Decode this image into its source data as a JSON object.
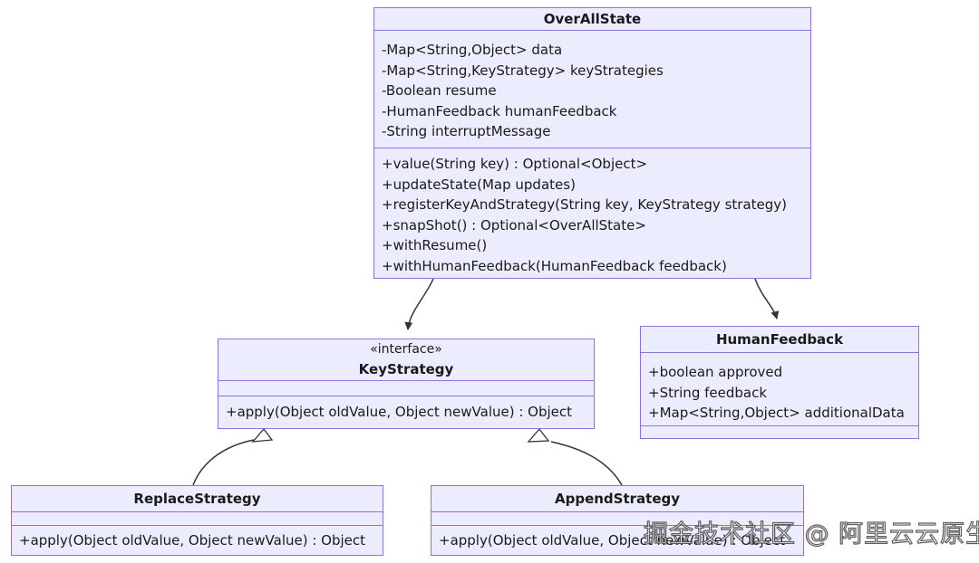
{
  "colors": {
    "box_fill": "#ECECFF",
    "box_border": "#9370DB",
    "line_color": "#333333"
  },
  "watermark": {
    "text": "掘金技术社区 @ 阿里云云原生"
  },
  "classes": {
    "overallstate": {
      "title": "OverAllState",
      "attributes": [
        "-Map<String,Object> data",
        "-Map<String,KeyStrategy> keyStrategies",
        "-Boolean resume",
        "-HumanFeedback humanFeedback",
        "-String interruptMessage"
      ],
      "methods": [
        "+value(String key) : Optional<Object>",
        "+updateState(Map updates)",
        "+registerKeyAndStrategy(String key, KeyStrategy strategy)",
        "+snapShot() : Optional<OverAllState>",
        "+withResume()",
        "+withHumanFeedback(HumanFeedback feedback)"
      ]
    },
    "keystrategy": {
      "stereotype": "«interface»",
      "title": "KeyStrategy",
      "methods": [
        "+apply(Object oldValue, Object newValue) : Object"
      ]
    },
    "humanfeedback": {
      "title": "HumanFeedback",
      "attributes": [
        "+boolean approved",
        "+String feedback",
        "+Map<String,Object> additionalData"
      ]
    },
    "replacestrategy": {
      "title": "ReplaceStrategy",
      "methods": [
        "+apply(Object oldValue, Object newValue) : Object"
      ]
    },
    "appendstrategy": {
      "title": "AppendStrategy",
      "methods": [
        "+apply(Object oldValue, Object newValue) : Object"
      ]
    }
  }
}
